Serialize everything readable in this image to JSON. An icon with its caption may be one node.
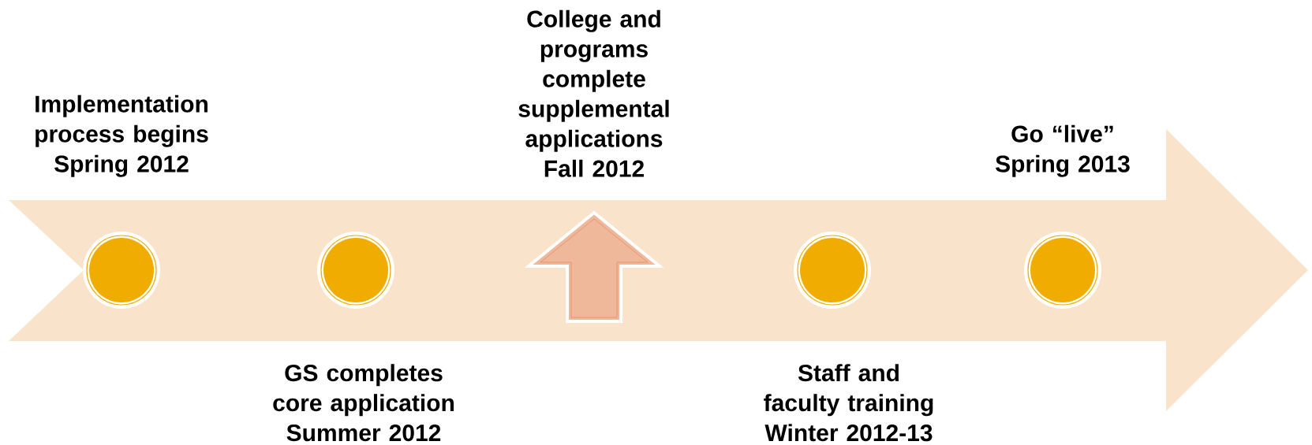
{
  "diagram": {
    "nodes": [
      {
        "text": [],
        "shape": "circle",
        "beside": [
          "Implementation process begins Spring 2012"
        ]
      },
      {
        "text": [],
        "shape": "circle",
        "beside": [
          "GS completes core application Summer 2012"
        ]
      },
      {
        "text": [],
        "shape": "arrow",
        "beside": [
          "College and programs complete supplemental applications Fall 2012"
        ]
      },
      {
        "text": [],
        "shape": "circle",
        "beside": [
          "Staff and faculty training Winter 2012-13"
        ]
      },
      {
        "text": [],
        "shape": "circle",
        "beside": [
          "Go “live” Spring 2013"
        ]
      }
    ]
  }
}
